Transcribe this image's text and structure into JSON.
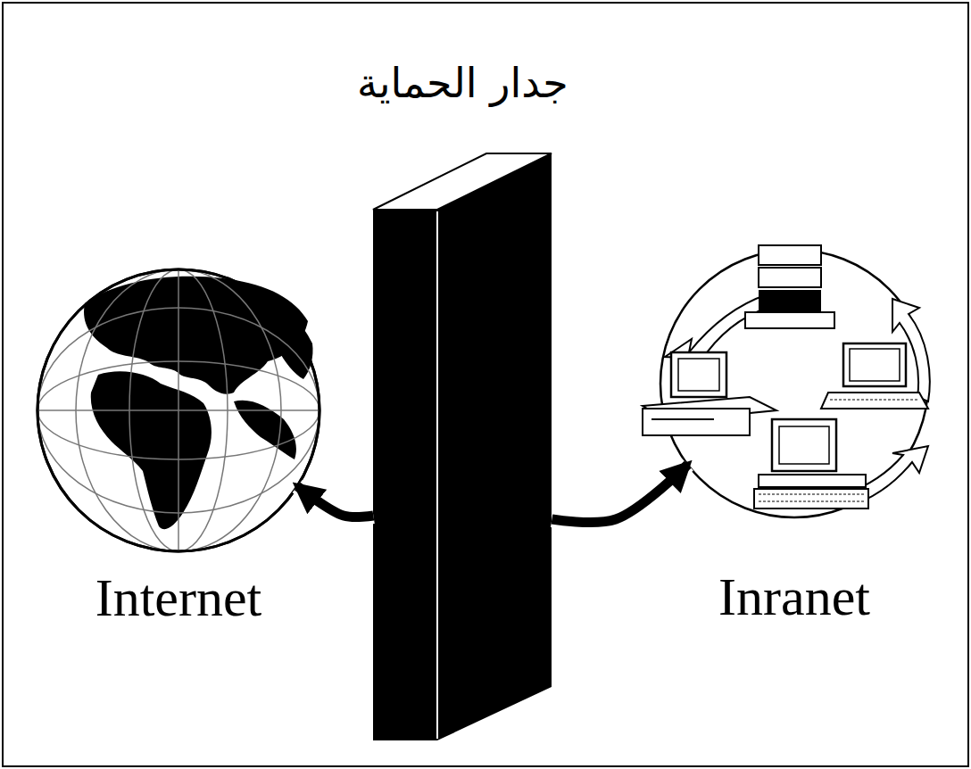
{
  "diagram": {
    "nodes": [
      {
        "text": [
          "Internet"
        ]
      },
      {
        "text": [
          "جدار الحماية"
        ]
      },
      {
        "text": [
          "Inranet"
        ]
      }
    ],
    "edges": [
      {
        "from": 1,
        "to": 0,
        "arrow": "to"
      },
      {
        "from": 1,
        "to": 2,
        "arrow": "to"
      }
    ]
  }
}
